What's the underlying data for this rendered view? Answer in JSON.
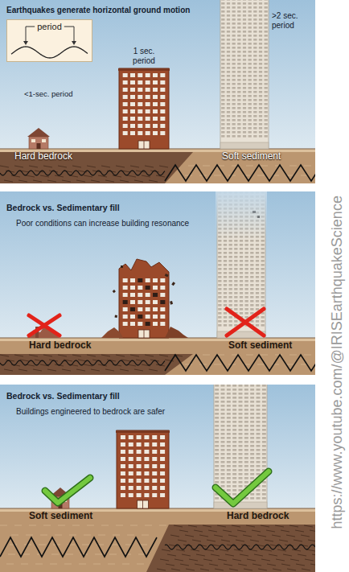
{
  "diagram": {
    "nodes": [
      {
        "text": [
          "period"
        ]
      }
    ],
    "labels": [
      "Earthquakes generate horizontal ground motion",
      "1 sec. period",
      ">2 sec. period",
      "<1-sec. period",
      "Hard bedrock",
      "Soft sediment",
      "Bedrock vs. Sedimentary fill",
      "Poor conditions can increase building resonance",
      "Hard bedrock",
      "Soft sediment",
      "Bedrock vs. Sedimentary fill",
      "Buildings engineered to bedrock are safer",
      "Soft sediment",
      "Hard bedrock",
      "https://www.youtube.com/@IRISEarthquakeScience"
    ]
  }
}
